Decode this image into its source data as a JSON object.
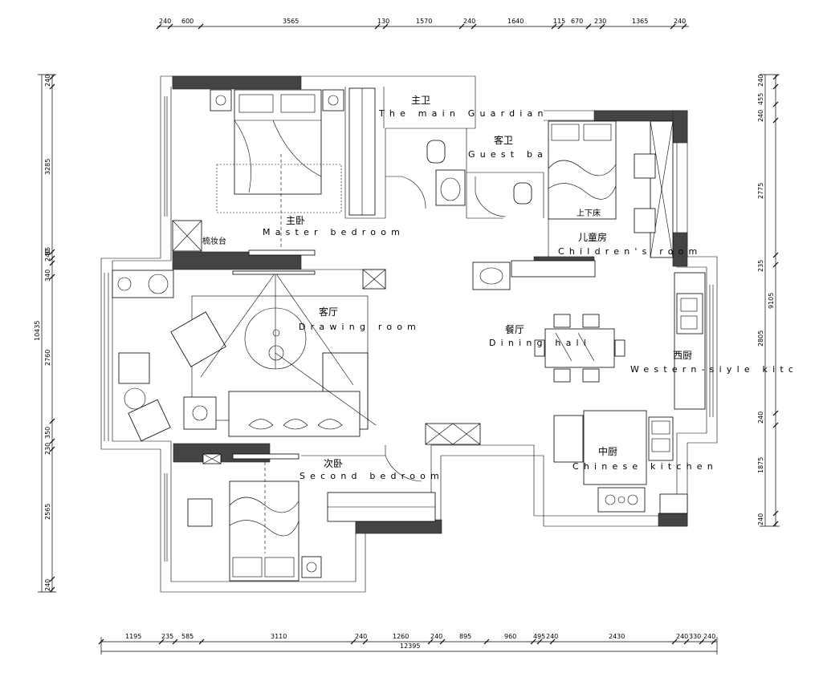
{
  "dimensions": {
    "top": [
      "240",
      "600",
      "3565",
      "130",
      "1570",
      "240",
      "1640",
      "115",
      "670",
      "230",
      "1365",
      "240"
    ],
    "bottom": [
      "1195",
      "235",
      "585",
      "3110",
      "240",
      "1260",
      "240",
      "895",
      "960",
      "495",
      "240",
      "2430",
      "240",
      "330",
      "240"
    ],
    "bottom_total": "12395",
    "left_outer": "10435",
    "left": [
      "240",
      "3285",
      "240",
      "85",
      "340",
      "2760",
      "350",
      "230",
      "2565",
      "240"
    ],
    "right_outer": "9105",
    "right": [
      "240",
      "455",
      "240",
      "2775",
      "235",
      "2805",
      "240",
      "1875",
      "240"
    ]
  },
  "rooms": {
    "master_bedroom": {
      "cn": "主卧",
      "en": "Master bedroom"
    },
    "dressing_table": {
      "cn": "梳妆台"
    },
    "master_bathroom": {
      "cn": "主卫",
      "en": "The main Guardian"
    },
    "guest_bathroom": {
      "cn": "客卫",
      "en": "Guest bathroom"
    },
    "bunk_bed": {
      "cn": "上下床"
    },
    "childrens_room": {
      "cn": "儿童房",
      "en": "Children's room"
    },
    "drawing_room": {
      "cn": "客厅",
      "en": "Drawing room"
    },
    "dining_hall": {
      "cn": "餐厅",
      "en": "Dining hall"
    },
    "western_kitchen": {
      "cn": "西厨",
      "en": "Western-siyle kitc"
    },
    "second_bedroom": {
      "cn": "次卧",
      "en": "Second bedroom"
    },
    "chinese_kitchen": {
      "cn": "中厨",
      "en": "Chinese kitchen"
    }
  }
}
